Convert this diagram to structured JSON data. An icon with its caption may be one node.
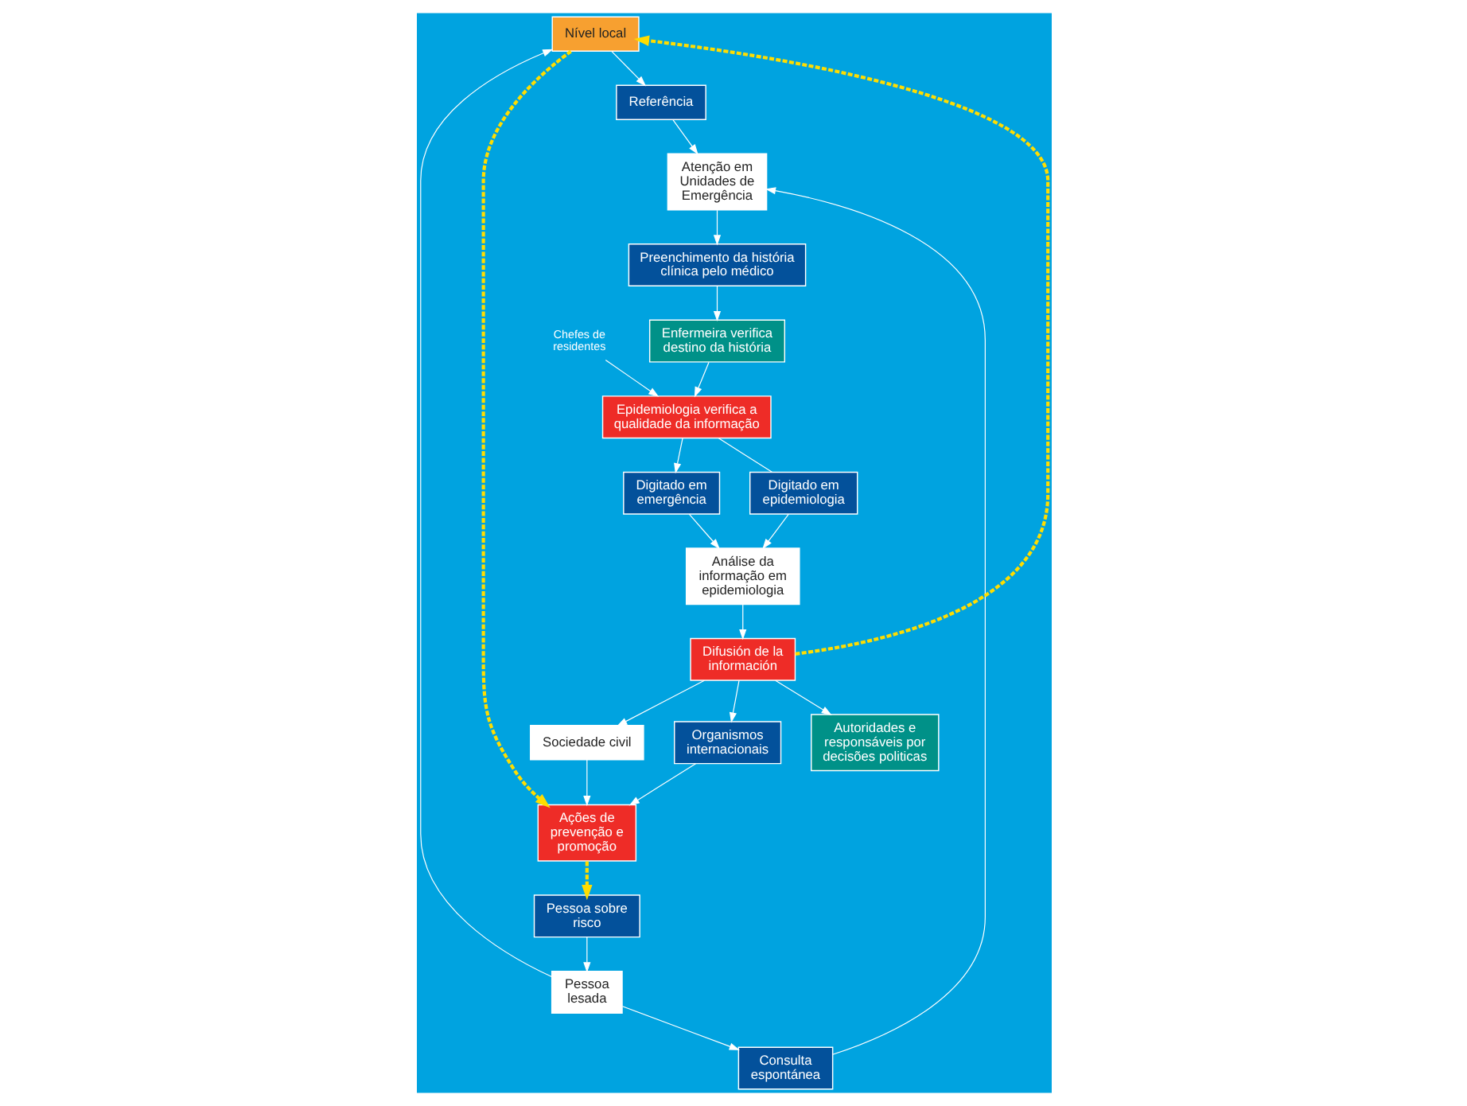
{
  "diagram": {
    "nodes": [
      {
        "text": [
          "Nível local"
        ]
      },
      {
        "text": [
          "Referência"
        ]
      },
      {
        "text": [
          "Consulta espontánea"
        ]
      },
      {
        "text": [
          "Atenção em Unidades de Emergência"
        ]
      },
      {
        "text": [
          "Preenchimento da história clínica pelo médico"
        ]
      },
      {
        "text": [
          "Pessoa lesada"
        ]
      },
      {
        "text": [
          "Enfermeira verifica destino da história"
        ]
      },
      {
        "text": [
          "Pessoa sobre risco"
        ]
      },
      {
        "text": [
          "Chefes de residentes"
        ]
      },
      {
        "text": [
          "Epidemiologia verifica a qualidade da informação"
        ]
      },
      {
        "text": [
          "Digitado em epidemiologia"
        ]
      },
      {
        "text": [
          "Digitado em emergência"
        ]
      },
      {
        "text": [
          "Autoridades e responsáveis por decisões politicas"
        ]
      },
      {
        "text": [
          "Ações de prevenção e promoção"
        ]
      },
      {
        "text": [
          "Difusión de la información"
        ]
      },
      {
        "text": [
          "Análise da informação em epidemiologia"
        ]
      },
      {
        "text": [
          "Sociedade civil"
        ]
      },
      {
        "text": [
          "Organismos internacionais"
        ]
      }
    ],
    "edges": [
      {
        "from": 0,
        "to": 1,
        "arrow": "to"
      },
      {
        "from": 5,
        "to": 2,
        "arrow": "to"
      },
      {
        "from": 1,
        "to": 3,
        "arrow": "to"
      },
      {
        "from": 2,
        "to": 3,
        "arrow": "to"
      },
      {
        "from": 3,
        "to": 4,
        "arrow": "to"
      },
      {
        "from": 4,
        "to": 6,
        "arrow": "to"
      },
      {
        "from": 6,
        "to": 9,
        "arrow": "to"
      },
      {
        "from": 8,
        "to": 9,
        "arrow": "to"
      },
      {
        "from": 9,
        "to": 10,
        "arrow": "none"
      },
      {
        "from": 9,
        "to": 11,
        "arrow": "to"
      },
      {
        "from": 10,
        "to": 15,
        "arrow": "to"
      },
      {
        "from": 11,
        "to": 15,
        "arrow": "to"
      },
      {
        "from": 15,
        "to": 14,
        "arrow": "to"
      },
      {
        "from": 14,
        "to": 12,
        "arrow": "to"
      },
      {
        "from": 14,
        "to": 16,
        "arrow": "to"
      },
      {
        "from": 14,
        "to": 17,
        "arrow": "to"
      },
      {
        "from": 16,
        "to": 13,
        "arrow": "to"
      },
      {
        "from": 17,
        "to": 13,
        "arrow": "to"
      },
      {
        "from": 5,
        "to": 0,
        "arrow": "to"
      },
      {
        "from": 7,
        "to": 5,
        "arrow": "to"
      },
      {
        "from": 13,
        "to": 7,
        "arrow": "to",
        "style": "dashed",
        "color": "#ffdd00"
      },
      {
        "from": 0,
        "to": 13,
        "arrow": "to",
        "style": "dashed",
        "color": "#ffdd00"
      },
      {
        "from": 14,
        "to": 0,
        "arrow": "to",
        "style": "dashed",
        "color": "#ffdd00"
      }
    ]
  }
}
